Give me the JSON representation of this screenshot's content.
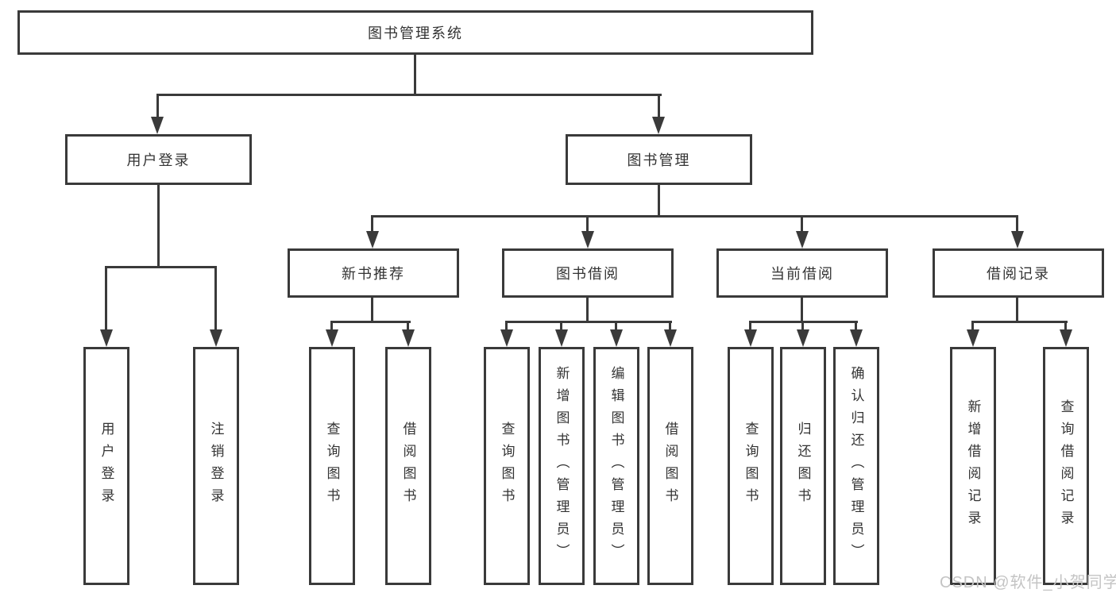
{
  "diagram": {
    "nodes": {
      "root": "图书管理系统",
      "user_login": "用户登录",
      "book_management": "图书管理",
      "new_books": "新书推荐",
      "book_borrow": "图书借阅",
      "current_borrow": "当前借阅",
      "borrow_records": "借阅记录"
    },
    "leaves": {
      "user_login": [
        "用户登录",
        "注销登录"
      ],
      "new_books": [
        "查询图书",
        "借阅图书"
      ],
      "book_borrow": [
        "查询图书",
        "新增图书（管理员）",
        "编辑图书（管理员）",
        "借阅图书"
      ],
      "current_borrow": [
        "查询图书",
        "归还图书",
        "确认归还（管理员）"
      ],
      "borrow_records": [
        "新增借阅记录",
        "查询借阅记录"
      ]
    },
    "watermark": "CSDN @软件_小贺同学",
    "colors": {
      "line": "#3a3a3a",
      "text": "#333333",
      "box_fill": "#ffffff",
      "watermark": "#c4c4c4",
      "background": "#ffffff"
    }
  }
}
